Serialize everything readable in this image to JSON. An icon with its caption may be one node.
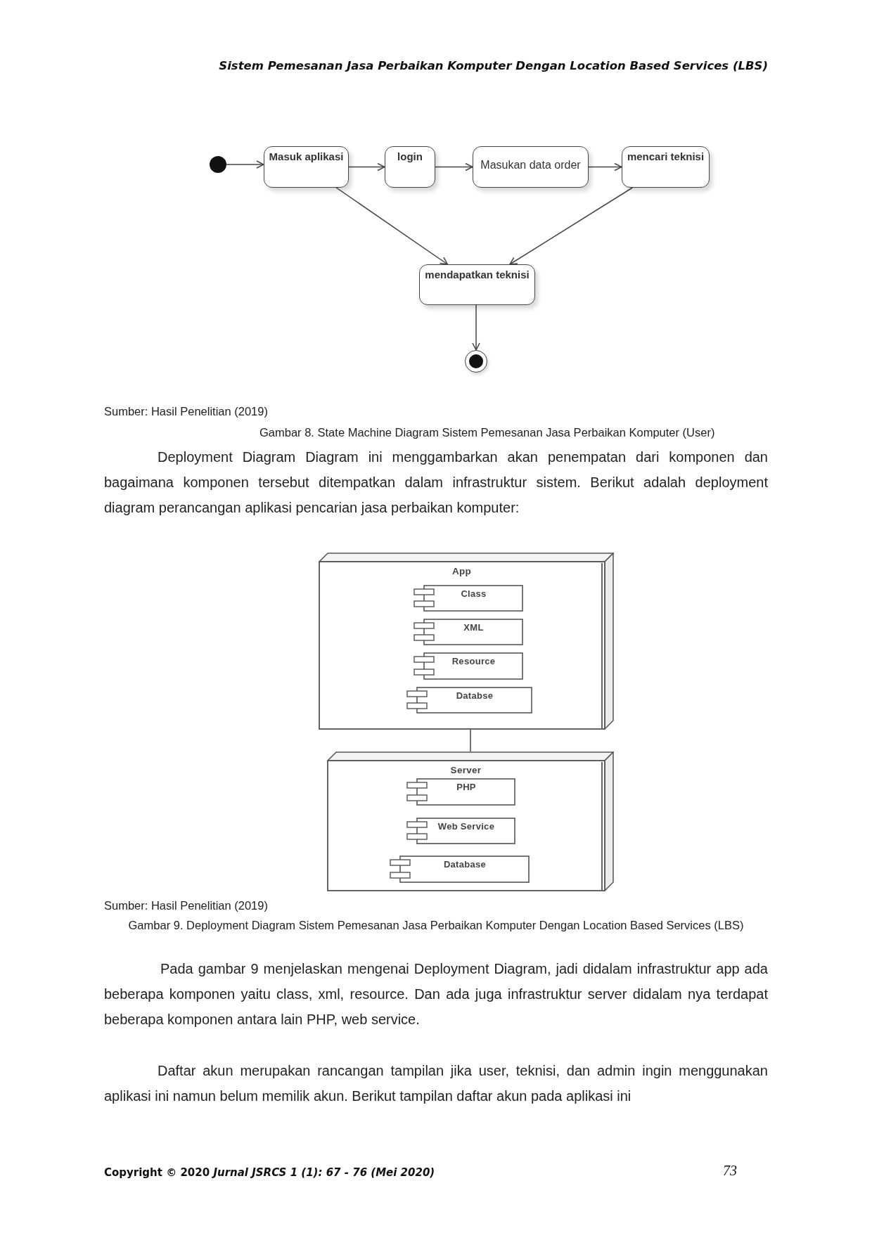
{
  "diagram": {
    "nodes": [
      {
        "text": [],
        "shape": "circle"
      },
      {
        "text": [
          "Masuk aplikasi"
        ]
      },
      {
        "text": [
          "login"
        ]
      },
      {
        "text": [
          "Masukan data order"
        ]
      },
      {
        "text": [
          "mencari teknisi"
        ]
      },
      {
        "text": [
          "mendapatkan teknisi"
        ]
      },
      {
        "text": [],
        "shape": "circle"
      },
      {
        "text": [
          "App"
        ]
      },
      {
        "text": [
          "Class"
        ],
        "in": 7
      },
      {
        "text": [
          "XML"
        ],
        "in": 7
      },
      {
        "text": [
          "Resource"
        ],
        "in": 7
      },
      {
        "text": [
          "Databse"
        ],
        "in": 7
      },
      {
        "text": [
          "Server"
        ]
      },
      {
        "text": [
          "PHP"
        ],
        "in": 12
      },
      {
        "text": [
          "Web Service"
        ],
        "in": 12
      },
      {
        "text": [
          "Database"
        ],
        "in": 12
      }
    ],
    "edges": [
      {
        "from": 0,
        "to": 1,
        "arrow": "to"
      },
      {
        "from": 1,
        "to": 2,
        "arrow": "to"
      },
      {
        "from": 2,
        "to": 3,
        "arrow": "to"
      },
      {
        "from": 3,
        "to": 4,
        "arrow": "to"
      },
      {
        "from": 1,
        "to": 5,
        "arrow": "to"
      },
      {
        "from": 4,
        "to": 5,
        "arrow": "to"
      },
      {
        "from": 5,
        "to": 6,
        "arrow": "to"
      },
      {
        "from": 7,
        "to": 12,
        "arrow": "none"
      }
    ],
    "labels": [
      "Sistem Pemesanan Jasa Perbaikan Komputer Dengan Location Based Services (LBS)",
      "Sumber: Hasil Penelitian (2019)",
      "Gambar 8. State Machine Diagram Sistem Pemesanan Jasa Perbaikan Komputer (User)",
      "Deployment Diagram Diagram ini menggambarkan akan penempatan dari komponen dan bagaimana komponen tersebut ditempatkan dalam infrastruktur sistem. Berikut adalah deployment diagram perancangan aplikasi pencarian jasa perbaikan komputer:",
      "Sumber: Hasil Penelitian (2019)",
      "Gambar 9. Deployment Diagram Sistem Pemesanan Jasa Perbaikan Komputer Dengan Location Based Services (LBS)",
      "Pada gambar 9 menjelaskan mengenai Deployment Diagram, jadi didalam infrastruktur app ada beberapa komponen yaitu class, xml, resource. Dan ada juga infrastruktur server didalam nya terdapat beberapa komponen antara lain PHP, web service.",
      "Daftar akun merupakan rancangan tampilan jika user, teknisi, dan admin ingin menggunakan aplikasi ini namun belum memilik akun. Berikut tampilan daftar akun pada aplikasi ini",
      "Copyright © 2020 *Jurnal JSRCS 1 (1): 67 - 76 (Mei 2020)*",
      "73"
    ]
  }
}
